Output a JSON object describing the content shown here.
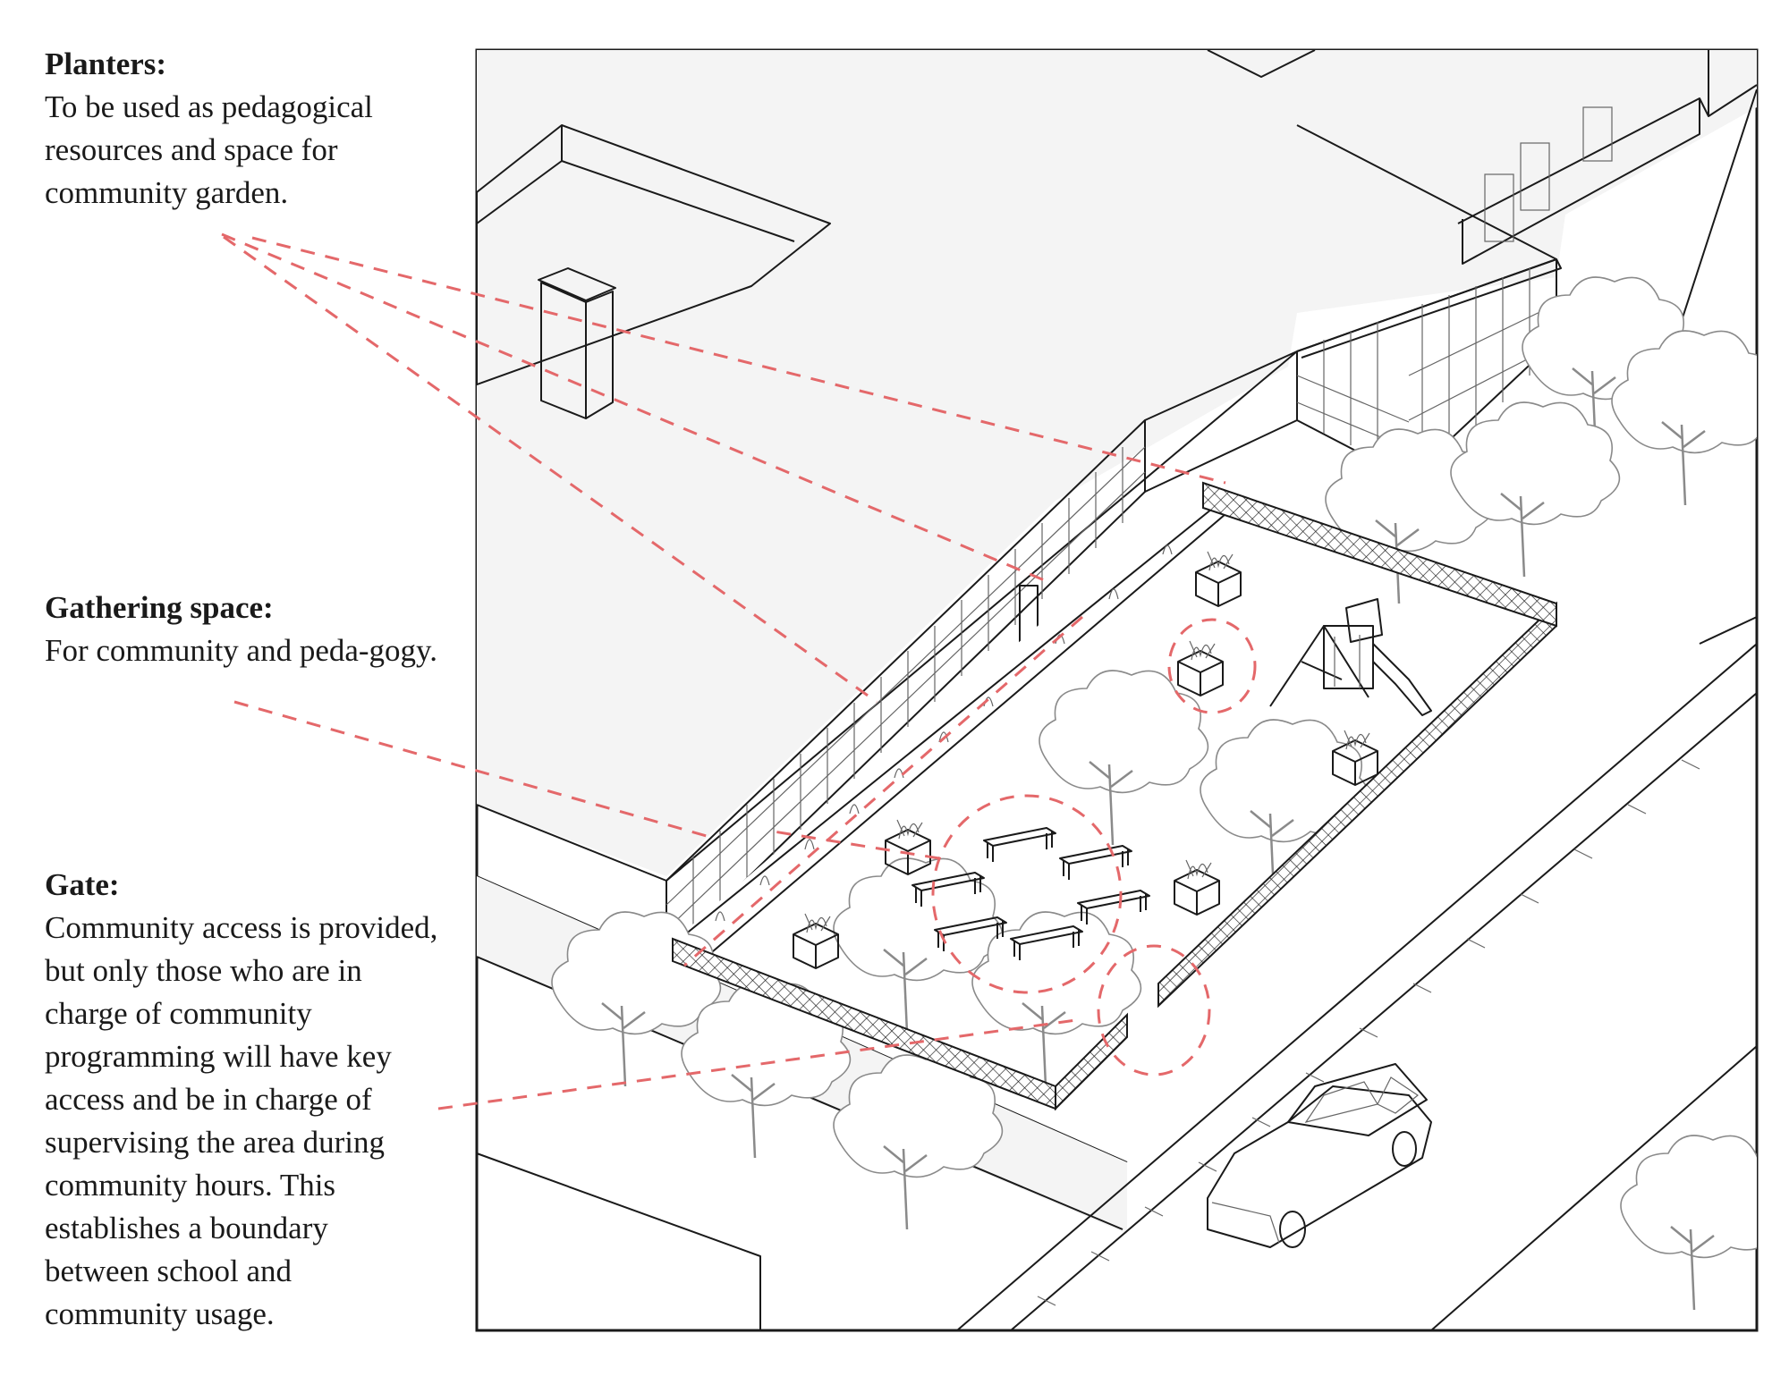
{
  "annotations": {
    "planters": {
      "title": "Planters:",
      "body": "To be used as pedagogical resources and space for community garden."
    },
    "gathering": {
      "title": "Gathering space:",
      "body": "For community and peda-gogy."
    },
    "gate": {
      "title": "Gate:",
      "body": "Community access is provided, but only those who are in charge of community programming will have key access and be in charge of  supervising the area during community hours. This establishes a boundary between school and community usage."
    }
  },
  "colors": {
    "callout": "#e4686a",
    "linework": "#1a1a1a",
    "roof_fill": "#f4f4f4",
    "vegetation": "#8a8a8a"
  },
  "icons": [
    "tree-icon",
    "planter-icon",
    "bench-icon",
    "playset-icon",
    "car-icon",
    "fence"
  ]
}
